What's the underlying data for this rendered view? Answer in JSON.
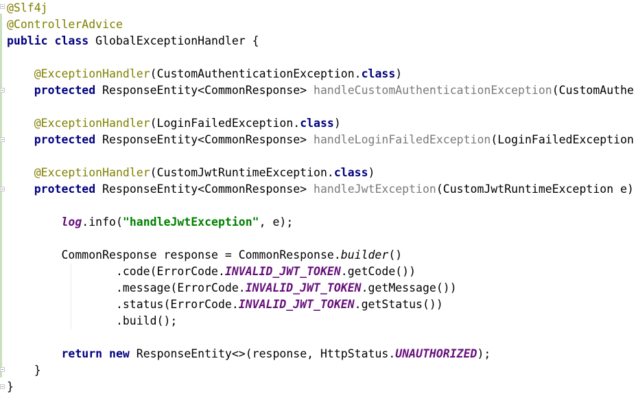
{
  "lines": [
    {
      "n": 1,
      "tokens": [
        {
          "t": "@Slf4j",
          "c": "ann"
        }
      ]
    },
    {
      "n": 2,
      "tokens": [
        {
          "t": "@ControllerAdvice",
          "c": "ann"
        }
      ]
    },
    {
      "n": 3,
      "tokens": [
        {
          "t": "public",
          "c": "kw"
        },
        {
          "t": " ",
          "c": "plain"
        },
        {
          "t": "class",
          "c": "kw"
        },
        {
          "t": " GlobalExceptionHandler {",
          "c": "plain"
        }
      ]
    },
    {
      "n": 4,
      "tokens": []
    },
    {
      "n": 5,
      "tokens": [
        {
          "t": "    ",
          "c": "plain"
        },
        {
          "t": "@ExceptionHandler",
          "c": "ann"
        },
        {
          "t": "(CustomAuthenticationException.",
          "c": "plain"
        },
        {
          "t": "class",
          "c": "kw"
        },
        {
          "t": ")",
          "c": "plain"
        }
      ]
    },
    {
      "n": 6,
      "tokens": [
        {
          "t": "    ",
          "c": "plain"
        },
        {
          "t": "protected",
          "c": "kw"
        },
        {
          "t": " ResponseEntity<CommonResponse> ",
          "c": "plain"
        },
        {
          "t": "handleCustomAuthenticationException",
          "c": "method-decl"
        },
        {
          "t": "(CustomAuthe",
          "c": "plain"
        }
      ]
    },
    {
      "n": 7,
      "tokens": []
    },
    {
      "n": 8,
      "tokens": [
        {
          "t": "    ",
          "c": "plain"
        },
        {
          "t": "@ExceptionHandler",
          "c": "ann"
        },
        {
          "t": "(LoginFailedException.",
          "c": "plain"
        },
        {
          "t": "class",
          "c": "kw"
        },
        {
          "t": ")",
          "c": "plain"
        }
      ]
    },
    {
      "n": 9,
      "tokens": [
        {
          "t": "    ",
          "c": "plain"
        },
        {
          "t": "protected",
          "c": "kw"
        },
        {
          "t": " ResponseEntity<CommonResponse> ",
          "c": "plain"
        },
        {
          "t": "handleLoginFailedException",
          "c": "method-decl"
        },
        {
          "t": "(LoginFailedException",
          "c": "plain"
        }
      ]
    },
    {
      "n": 10,
      "tokens": []
    },
    {
      "n": 11,
      "tokens": [
        {
          "t": "    ",
          "c": "plain"
        },
        {
          "t": "@ExceptionHandler",
          "c": "ann"
        },
        {
          "t": "(CustomJwtRuntimeException.",
          "c": "plain"
        },
        {
          "t": "class",
          "c": "kw"
        },
        {
          "t": ")",
          "c": "plain"
        }
      ]
    },
    {
      "n": 12,
      "tokens": [
        {
          "t": "    ",
          "c": "plain"
        },
        {
          "t": "protected",
          "c": "kw"
        },
        {
          "t": " ResponseEntity<CommonResponse> ",
          "c": "plain"
        },
        {
          "t": "handleJwtException",
          "c": "method-decl"
        },
        {
          "t": "(CustomJwtRuntimeException e)",
          "c": "plain"
        }
      ]
    },
    {
      "n": 13,
      "tokens": []
    },
    {
      "n": 14,
      "tokens": [
        {
          "t": "        ",
          "c": "plain"
        },
        {
          "t": "log",
          "c": "static-field"
        },
        {
          "t": ".info(",
          "c": "plain"
        },
        {
          "t": "\"handleJwtException\"",
          "c": "str"
        },
        {
          "t": ", e);",
          "c": "plain"
        }
      ]
    },
    {
      "n": 15,
      "tokens": []
    },
    {
      "n": 16,
      "tokens": [
        {
          "t": "        CommonResponse response = CommonResponse.",
          "c": "plain"
        },
        {
          "t": "builder",
          "c": "static-call"
        },
        {
          "t": "()",
          "c": "plain"
        }
      ]
    },
    {
      "n": 17,
      "tokens": [
        {
          "t": "                .code(ErrorCode.",
          "c": "plain"
        },
        {
          "t": "INVALID_JWT_TOKEN",
          "c": "static-field"
        },
        {
          "t": ".getCode())",
          "c": "plain"
        }
      ]
    },
    {
      "n": 18,
      "tokens": [
        {
          "t": "                .message(ErrorCode.",
          "c": "plain"
        },
        {
          "t": "INVALID_JWT_TOKEN",
          "c": "static-field"
        },
        {
          "t": ".getMessage())",
          "c": "plain"
        }
      ]
    },
    {
      "n": 19,
      "tokens": [
        {
          "t": "                .status(ErrorCode.",
          "c": "plain"
        },
        {
          "t": "INVALID_JWT_TOKEN",
          "c": "static-field"
        },
        {
          "t": ".getStatus())",
          "c": "plain"
        }
      ]
    },
    {
      "n": 20,
      "tokens": [
        {
          "t": "                .build();",
          "c": "plain"
        }
      ]
    },
    {
      "n": 21,
      "tokens": []
    },
    {
      "n": 22,
      "tokens": [
        {
          "t": "        ",
          "c": "plain"
        },
        {
          "t": "return",
          "c": "kw"
        },
        {
          "t": " ",
          "c": "plain"
        },
        {
          "t": "new",
          "c": "kw"
        },
        {
          "t": " ResponseEntity<>(response, HttpStatus.",
          "c": "plain"
        },
        {
          "t": "UNAUTHORIZED",
          "c": "static-field"
        },
        {
          "t": ");",
          "c": "plain"
        }
      ]
    },
    {
      "n": 23,
      "tokens": [
        {
          "t": "    }",
          "c": "plain"
        }
      ]
    },
    {
      "n": 24,
      "tokens": [
        {
          "t": "}",
          "c": "plain"
        }
      ]
    }
  ],
  "colors": {
    "annotation": "#808000",
    "keyword": "#000080",
    "string": "#008000",
    "static_field": "#660e7a",
    "unused_method": "#7a7a7a",
    "gutter_change": "#c9dfc0"
  }
}
